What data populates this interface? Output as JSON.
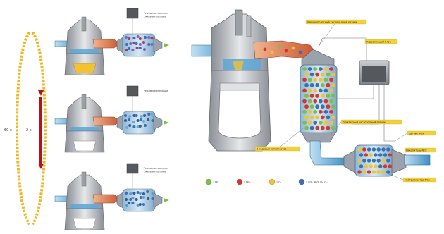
{
  "cycle": {
    "long_label": "60 с",
    "short_label": "2 с"
  },
  "engines_small": [
    {
      "label": "Режим постоянного\nсжигания топлива"
    },
    {
      "label": "Режим регенерации"
    },
    {
      "label": "Режим постоянного\nсжигания топлива"
    }
  ],
  "labels": {
    "wideband_sensor": "Широкополосный кислородный датчик",
    "control_unit": "Управляющий блок",
    "oxygen_sensor": "Дискретный кислородный датчик",
    "nox_sensor": "Датчик NOx",
    "three_way_cat": "3-ходовый катализатор",
    "nox_trap": "Накопитель NOx",
    "nox_cat_right": "Нейтрализатор NOx"
  },
  "legend": [
    {
      "label": "• HC",
      "color": "#7bc043"
    },
    {
      "label": "• NO₂",
      "color": "#d9342b"
    },
    {
      "label": "• O₂",
      "color": "#f2c230"
    },
    {
      "label": "• CO₂, H₂O, N₂, O₂",
      "color": "#3a6fb0"
    }
  ],
  "colors": {
    "label_bg": "#f3d13b",
    "exhaust": "#d9704a",
    "intake": "#5aa6d6",
    "cycle_yellow": "#f2b51c",
    "cycle_red": "#b5121b"
  }
}
